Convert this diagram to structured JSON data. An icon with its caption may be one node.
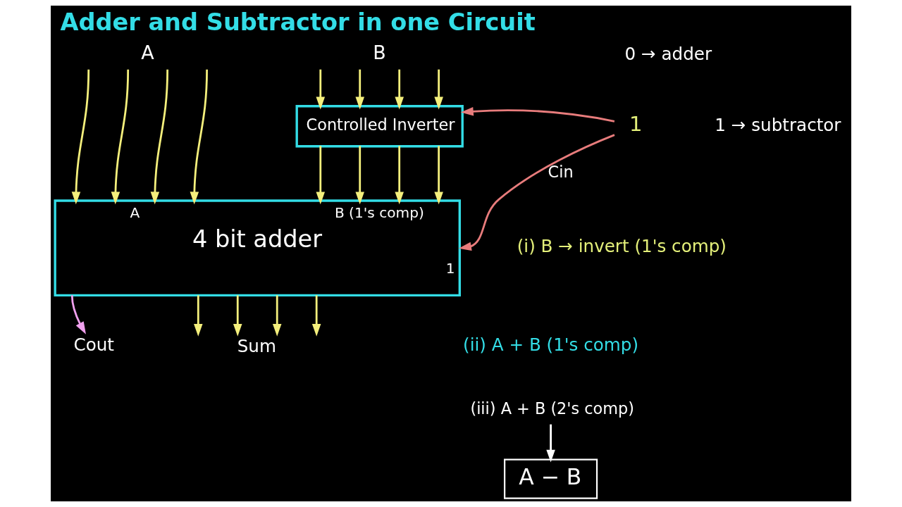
{
  "diagram": {
    "title": "Adder and Subtractor in one Circuit",
    "nodes": [
      {
        "text": [
          "A"
        ]
      },
      {
        "text": [
          "B"
        ]
      },
      {
        "text": [
          "Controlled Inverter"
        ]
      },
      {
        "text": [
          "1"
        ]
      },
      {
        "text": [
          "A",
          "B (1's comp)",
          "4 bit adder",
          "1"
        ]
      },
      {
        "text": [
          "Cout"
        ]
      },
      {
        "text": [
          "Sum"
        ]
      },
      {
        "text": [
          "(iii) A + B (2's comp)"
        ]
      },
      {
        "text": [
          "A − B"
        ]
      }
    ],
    "edges": [
      {
        "from": 0,
        "to": 4,
        "arrow": "to"
      },
      {
        "from": 0,
        "to": 4,
        "arrow": "to"
      },
      {
        "from": 0,
        "to": 4,
        "arrow": "to"
      },
      {
        "from": 0,
        "to": 4,
        "arrow": "to"
      },
      {
        "from": 1,
        "to": 2,
        "arrow": "to"
      },
      {
        "from": 1,
        "to": 2,
        "arrow": "to"
      },
      {
        "from": 1,
        "to": 2,
        "arrow": "to"
      },
      {
        "from": 1,
        "to": 2,
        "arrow": "to"
      },
      {
        "from": 3,
        "to": 2,
        "arrow": "to",
        "color": "#e87c7c"
      },
      {
        "from": 2,
        "to": 4,
        "arrow": "to"
      },
      {
        "from": 2,
        "to": 4,
        "arrow": "to"
      },
      {
        "from": 2,
        "to": 4,
        "arrow": "to"
      },
      {
        "from": 2,
        "to": 4,
        "arrow": "to"
      },
      {
        "from": 3,
        "to": 4,
        "arrow": "to",
        "label": "Cin",
        "color": "#e87c7c"
      },
      {
        "from": 4,
        "to": 5,
        "arrow": "to",
        "color": "#f0a0ee"
      },
      {
        "from": 4,
        "to": 6,
        "arrow": "to"
      },
      {
        "from": 4,
        "to": 6,
        "arrow": "to"
      },
      {
        "from": 4,
        "to": 6,
        "arrow": "to"
      },
      {
        "from": 4,
        "to": 6,
        "arrow": "to"
      },
      {
        "from": 7,
        "to": 8,
        "arrow": "to",
        "color": "#ffffff"
      }
    ],
    "labels": [
      "0 → adder",
      "1 → subtractor",
      "(i) B → invert (1's comp)",
      "(ii) A + B (1's comp)"
    ]
  }
}
